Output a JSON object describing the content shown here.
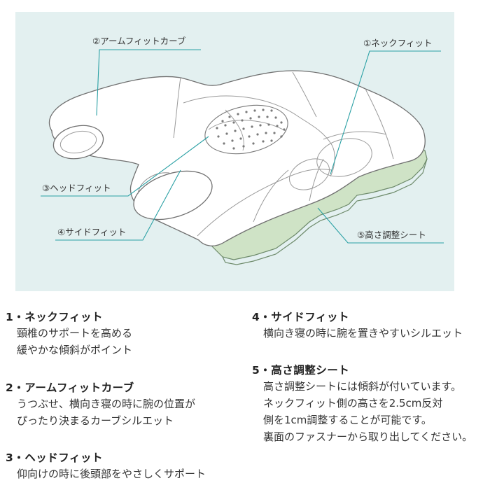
{
  "diagram": {
    "labels": {
      "neck_fit": "①ネックフィット",
      "arm_fit_curve": "②アームフィットカーブ",
      "head_fit": "③ヘッドフィット",
      "side_fit": "④サイドフィット",
      "height_sheet": "⑤高さ調整シート"
    },
    "colors": {
      "background": "#e3f0f0",
      "leader_line": "#2aa0a4",
      "pillow_stroke": "#707070",
      "sheet": "#cfe3c6"
    }
  },
  "sections": [
    {
      "title": "1・ネックフィット",
      "lines": [
        "頸椎のサポートを高める",
        "緩やかな傾斜がポイント"
      ]
    },
    {
      "title": "2・アームフィットカーブ",
      "lines": [
        "うつぶせ、横向き寝の時に腕の位置が",
        "ぴったり決まるカーブシルエット"
      ]
    },
    {
      "title": "3・ヘッドフィット",
      "lines": [
        "仰向けの時に後頭部をやさしくサポート"
      ]
    },
    {
      "title": "4・サイドフィット",
      "lines": [
        "横向き寝の時に腕を置きやすいシルエット"
      ]
    },
    {
      "title": "5・高さ調整シート",
      "lines": [
        "高さ調整シートには傾斜が付いています。",
        "ネックフィット側の高さを2.5cm反対",
        "側を1cm調整することが可能です。",
        "裏面のファスナーから取り出してください。"
      ]
    }
  ]
}
